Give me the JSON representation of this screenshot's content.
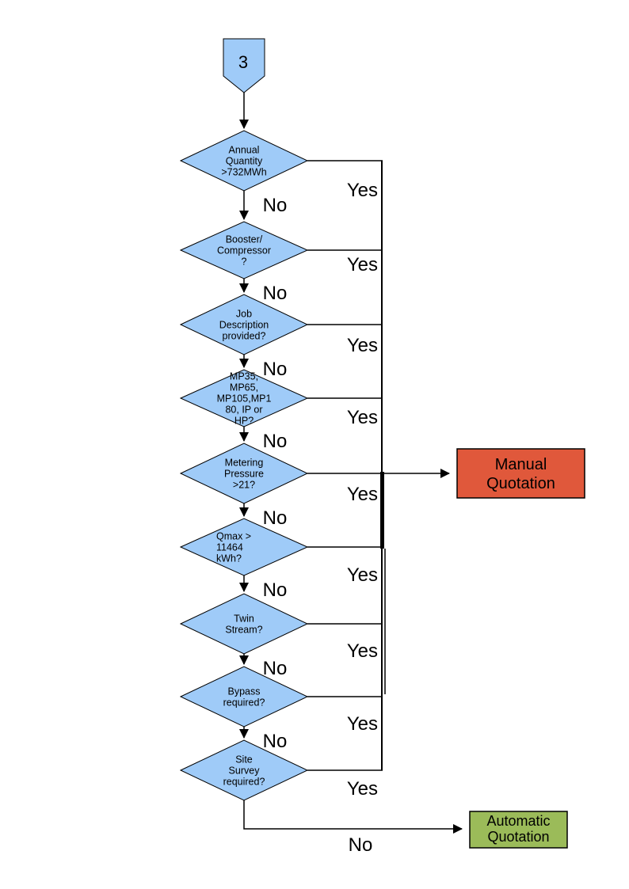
{
  "colors": {
    "node_fill": "#9FCBF8",
    "stroke": "#000000",
    "background": "#FFFFFF",
    "manual_fill": "#E0583B",
    "automatic_fill": "#9BBB59"
  },
  "connector": {
    "label": "3"
  },
  "decisions": [
    {
      "name": "annual-quantity",
      "lines": [
        "Annual",
        "Quantity",
        ">732MWh"
      ],
      "yes": "Yes",
      "no": "No"
    },
    {
      "name": "booster-compressor",
      "lines": [
        "Booster/",
        "Compressor",
        "?"
      ],
      "yes": "Yes",
      "no": "No"
    },
    {
      "name": "job-description",
      "lines": [
        "Job",
        "Description",
        "provided?"
      ],
      "yes": "Yes",
      "no": "No"
    },
    {
      "name": "meter-type",
      "lines": [
        "MP35,",
        "MP65,",
        "MP105,MP1",
        "80, IP or",
        "HP?"
      ],
      "yes": "Yes",
      "no": "No"
    },
    {
      "name": "metering-pressure",
      "lines": [
        "Metering",
        "Pressure",
        ">21?"
      ],
      "yes": "Yes",
      "no": "No"
    },
    {
      "name": "qmax",
      "lines": [
        "Qmax >",
        "11464",
        "kWh?"
      ],
      "yes": "Yes",
      "no": "No"
    },
    {
      "name": "twin-stream",
      "lines": [
        "Twin",
        "Stream?"
      ],
      "yes": "Yes",
      "no": "No"
    },
    {
      "name": "bypass",
      "lines": [
        "Bypass",
        "required?"
      ],
      "yes": "Yes",
      "no": "No"
    },
    {
      "name": "site-survey",
      "lines": [
        "Site",
        "Survey",
        "required?"
      ],
      "yes": "Yes",
      "no": "No"
    }
  ],
  "outcomes": {
    "manual": {
      "lines": [
        "Manual",
        "Quotation"
      ]
    },
    "automatic": {
      "lines": [
        "Automatic",
        "Quotation"
      ]
    }
  },
  "final_no": "No"
}
